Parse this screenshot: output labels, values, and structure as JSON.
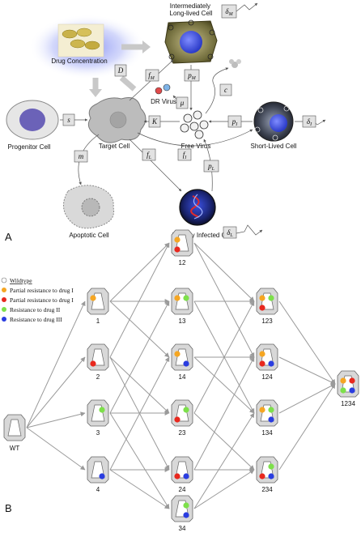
{
  "panel_a": {
    "label": "A",
    "cells": {
      "intermediate": "Intermediately\nLong-lived Cell",
      "drug": "Drug Concentration",
      "progenitor": "Progenitor Cell",
      "target": "Target Cell",
      "free_virus": "Free Virus",
      "short_lived": "Short-Lived Cell",
      "apoptotic": "Apoptotic Cell",
      "latent": "Latently Infected Cell",
      "dr_virus": "DR Virus"
    },
    "params": {
      "delta_m": "δM",
      "D": "D",
      "f_m": "fM",
      "p_m": "pM",
      "mu": "μ",
      "c": "c",
      "s": "s",
      "K": "K",
      "p_i": "pI",
      "delta_i": "δI",
      "m": "m",
      "f_l": "fL",
      "f_i": "fI",
      "p_l": "pL",
      "delta_l": "δL"
    }
  },
  "panel_b": {
    "label": "B",
    "legend": [
      {
        "text": "Wildtype",
        "color": "#ffffff"
      },
      {
        "text": "Partial resistance to drug I",
        "color": "#f5a623"
      },
      {
        "text": "Partial resistance to drug I",
        "color": "#e8281e"
      },
      {
        "text": "Resistance to drug II",
        "color": "#7de04a"
      },
      {
        "text": "Resistance to drug III",
        "color": "#2a3de0"
      }
    ],
    "nodes": [
      {
        "id": "WT",
        "label": "WT",
        "dots": []
      },
      {
        "id": "1",
        "label": "1",
        "dots": [
          "#f5a623"
        ]
      },
      {
        "id": "2",
        "label": "2",
        "dots": [
          "#e8281e"
        ]
      },
      {
        "id": "3",
        "label": "3",
        "dots": [
          "#7de04a"
        ]
      },
      {
        "id": "4",
        "label": "4",
        "dots": [
          "#2a3de0"
        ]
      },
      {
        "id": "12",
        "label": "12",
        "dots": [
          "#f5a623",
          "#e8281e"
        ]
      },
      {
        "id": "13",
        "label": "13",
        "dots": [
          "#f5a623",
          "#7de04a"
        ]
      },
      {
        "id": "14",
        "label": "14",
        "dots": [
          "#f5a623",
          "#2a3de0"
        ]
      },
      {
        "id": "23",
        "label": "23",
        "dots": [
          "#e8281e",
          "#7de04a"
        ]
      },
      {
        "id": "24",
        "label": "24",
        "dots": [
          "#e8281e",
          "#2a3de0"
        ]
      },
      {
        "id": "34",
        "label": "34",
        "dots": [
          "#7de04a",
          "#2a3de0"
        ]
      },
      {
        "id": "123",
        "label": "123",
        "dots": [
          "#f5a623",
          "#e8281e",
          "#7de04a"
        ]
      },
      {
        "id": "124",
        "label": "124",
        "dots": [
          "#f5a623",
          "#e8281e",
          "#2a3de0"
        ]
      },
      {
        "id": "134",
        "label": "134",
        "dots": [
          "#f5a623",
          "#7de04a",
          "#2a3de0"
        ]
      },
      {
        "id": "234",
        "label": "234",
        "dots": [
          "#e8281e",
          "#7de04a",
          "#2a3de0"
        ]
      },
      {
        "id": "1234",
        "label": "1234",
        "dots": [
          "#f5a623",
          "#e8281e",
          "#7de04a",
          "#2a3de0"
        ]
      }
    ],
    "edges": [
      [
        "WT",
        "1"
      ],
      [
        "WT",
        "2"
      ],
      [
        "WT",
        "3"
      ],
      [
        "WT",
        "4"
      ],
      [
        "1",
        "12"
      ],
      [
        "1",
        "13"
      ],
      [
        "1",
        "14"
      ],
      [
        "2",
        "12"
      ],
      [
        "2",
        "23"
      ],
      [
        "2",
        "24"
      ],
      [
        "3",
        "13"
      ],
      [
        "3",
        "23"
      ],
      [
        "3",
        "34"
      ],
      [
        "4",
        "14"
      ],
      [
        "4",
        "24"
      ],
      [
        "4",
        "34"
      ],
      [
        "12",
        "123"
      ],
      [
        "12",
        "124"
      ],
      [
        "13",
        "123"
      ],
      [
        "13",
        "134"
      ],
      [
        "14",
        "124"
      ],
      [
        "14",
        "134"
      ],
      [
        "23",
        "123"
      ],
      [
        "23",
        "234"
      ],
      [
        "24",
        "124"
      ],
      [
        "24",
        "234"
      ],
      [
        "34",
        "134"
      ],
      [
        "34",
        "234"
      ],
      [
        "123",
        "1234"
      ],
      [
        "124",
        "1234"
      ],
      [
        "134",
        "1234"
      ],
      [
        "234",
        "1234"
      ]
    ]
  }
}
